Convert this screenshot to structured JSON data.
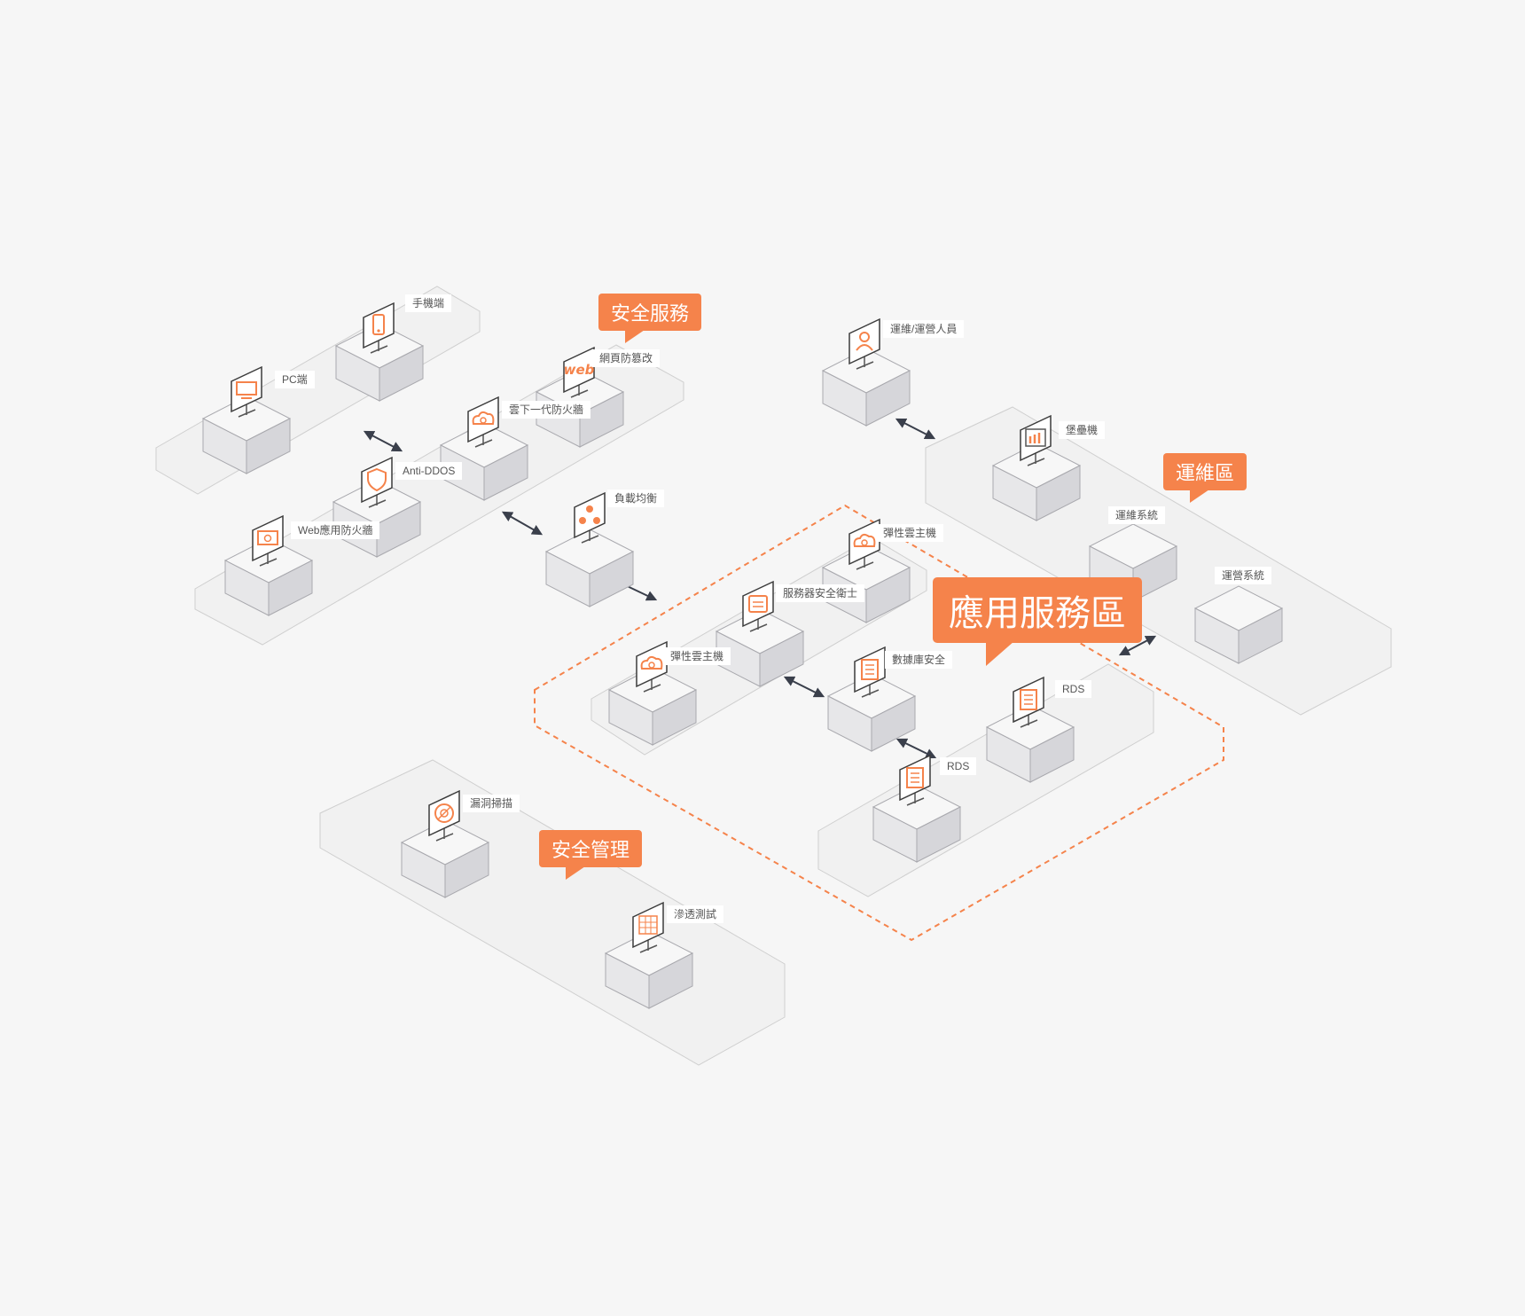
{
  "callouts": {
    "security_service": "安全服務",
    "ops_zone": "運維區",
    "app_zone": "應用服務區",
    "security_mgmt": "安全管理"
  },
  "nodes": {
    "mobile": "手機端",
    "pc": "PC端",
    "web_tamper": "網頁防篡改",
    "cloud_firewall": "雲下一代防火牆",
    "anti_ddos": "Anti-DDOS",
    "waf": "Web應用防火牆",
    "load_balancer": "負載均衡",
    "ops_staff": "運維/運營人員",
    "bastion": "堡壘機",
    "ops_system": "運維系統",
    "operation_system": "運營系統",
    "ecs_top": "彈性雲主機",
    "server_guard": "服務器安全衛士",
    "ecs_left": "彈性雲主機",
    "db_security": "數據庫安全",
    "rds_top": "RDS",
    "rds_bottom": "RDS",
    "vuln_scan": "漏洞掃描",
    "pentest": "滲透測試"
  },
  "icons": {
    "mobile": "phone-icon",
    "pc": "monitor-icon",
    "web_tamper": "web-icon",
    "cloud_firewall": "cloud-shield-icon",
    "anti_ddos": "shield-icon",
    "waf": "firewall-icon",
    "load_balancer": "load-balancer-icon",
    "ops_staff": "user-icon",
    "bastion": "chart-icon",
    "ecs_top": "cloud-server-icon",
    "server_guard": "server-guard-icon",
    "ecs_left": "cloud-server-icon",
    "db_security": "database-security-icon",
    "rds_top": "database-icon",
    "rds_bottom": "database-icon",
    "vuln_scan": "scan-icon",
    "pentest": "grid-icon"
  },
  "colors": {
    "accent": "#f5834b",
    "arrow": "#3a3f4b",
    "platform_fill": "#f1f1f1",
    "box_top": "#f7f7f7",
    "box_left": "#e7e7e9",
    "box_right": "#d6d6da"
  }
}
